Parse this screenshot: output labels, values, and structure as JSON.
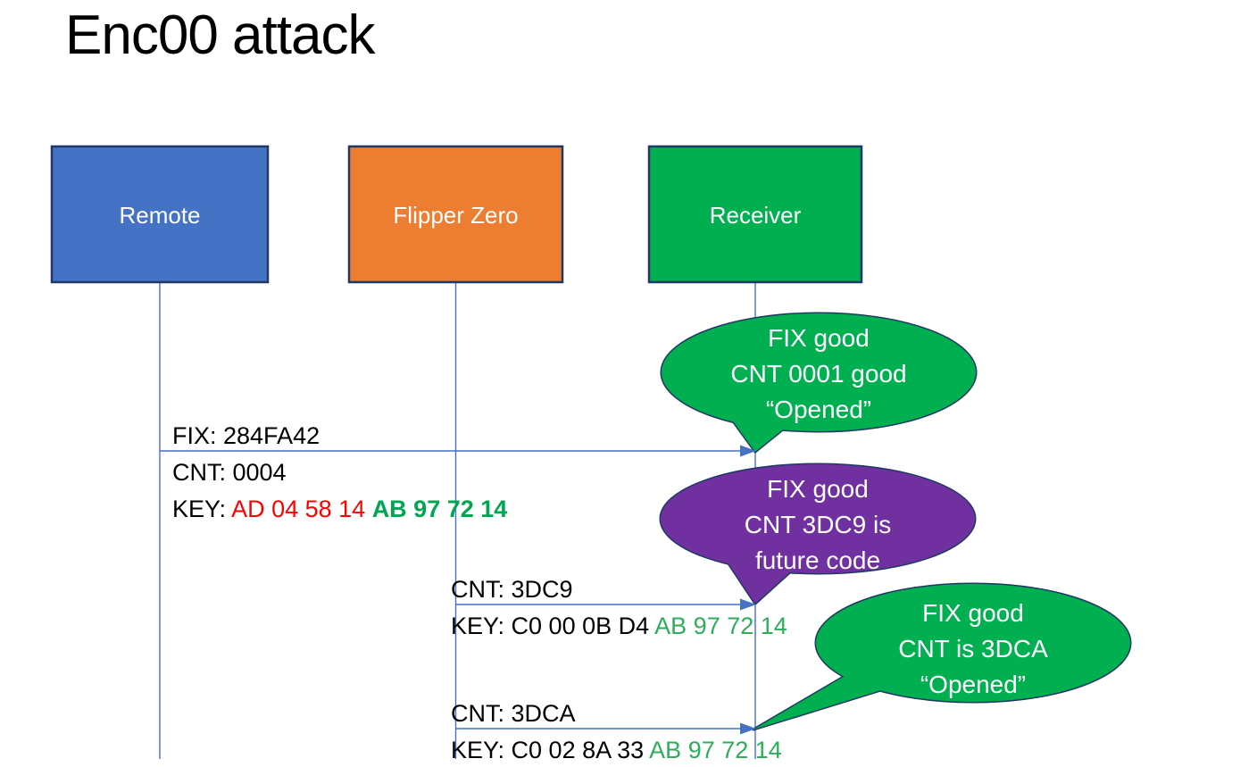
{
  "title": "Enc00 attack",
  "colors": {
    "actor_border": "#203864",
    "callout_border": "#1F3864",
    "connector_blue": "#4472C4",
    "key_red": "#FF0000",
    "key_green_bold": "#00A651",
    "key_green": "#2EAD5B",
    "callout_text": "#FFFFFF"
  },
  "actors": [
    {
      "label": "Remote",
      "color": "#4472C4"
    },
    {
      "label": "Flipper Zero",
      "color": "#ED7D31"
    },
    {
      "label": "Receiver",
      "color": "#00B050"
    }
  ],
  "messages": [
    {
      "from": "Remote",
      "to": "Receiver",
      "fix": "FIX: 284FA42",
      "cnt": "CNT: 0004",
      "key_label": "KEY: ",
      "key_red": "AD 04 58 14 ",
      "key_green": "AB 97 72 14"
    },
    {
      "from": "Flipper Zero",
      "to": "Receiver",
      "cnt": "CNT: 3DC9",
      "key_label": "KEY: C0 00 0B D4 ",
      "key_green": "AB 97 72 14"
    },
    {
      "from": "Flipper Zero",
      "to": "Receiver",
      "cnt": "CNT: 3DCA",
      "key_label": "KEY: C0 02 8A 33 ",
      "key_green": "AB 97 72 14"
    }
  ],
  "callouts": [
    {
      "color": "#00B050",
      "line1": "FIX good",
      "line2": "CNT 0001 good",
      "line3": "“Opened”"
    },
    {
      "color": "#7030A0",
      "line1": "FIX good",
      "line2": "CNT 3DC9 is",
      "line3": "future code"
    },
    {
      "color": "#00B050",
      "line1": "FIX good",
      "line2": "CNT is 3DCA",
      "line3": "“Opened”"
    }
  ]
}
